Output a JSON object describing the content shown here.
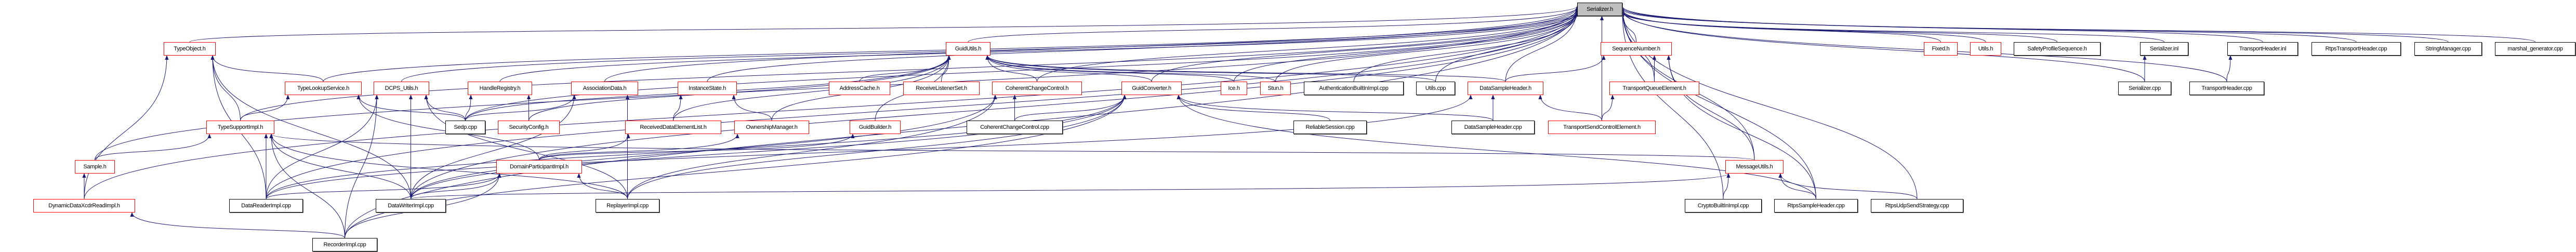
{
  "graph": {
    "title": "Serializer.h",
    "colors": {
      "edge": "#191970",
      "truncated_border": "#ff0000",
      "normal_border": "#000000",
      "root_fill": "#bfbfbf"
    },
    "nodes": [
      {
        "id": "serializer_h",
        "label": "Serializer.h",
        "kind": "root"
      },
      {
        "id": "typeobject_h",
        "label": "TypeObject.h",
        "kind": "truncated"
      },
      {
        "id": "guidutils_h",
        "label": "GuidUtils.h",
        "kind": "truncated"
      },
      {
        "id": "sequencenumber_h",
        "label": "SequenceNumber.h",
        "kind": "truncated"
      },
      {
        "id": "fixed_h",
        "label": "Fixed.h",
        "kind": "truncated"
      },
      {
        "id": "utils_h",
        "label": "Utils.h",
        "kind": "truncated"
      },
      {
        "id": "safetyprofilesequence_h",
        "label": "SafetyProfileSequence.h",
        "kind": "file"
      },
      {
        "id": "serializer_inl",
        "label": "Serializer.inl",
        "kind": "file"
      },
      {
        "id": "transportheader_inl",
        "label": "TransportHeader.inl",
        "kind": "file"
      },
      {
        "id": "rtpstransportheader_cpp",
        "label": "RtpsTransportHeader.cpp",
        "kind": "file"
      },
      {
        "id": "stringmanager_cpp",
        "label": "StringManager.cpp",
        "kind": "file"
      },
      {
        "id": "marshal_generator_cpp",
        "label": "marshal_generator.cpp",
        "kind": "file"
      },
      {
        "id": "typelookupservice_h",
        "label": "TypeLookupService.h",
        "kind": "truncated"
      },
      {
        "id": "dcps_utils_h",
        "label": "DCPS_Utils.h",
        "kind": "truncated"
      },
      {
        "id": "handleregistry_h",
        "label": "HandleRegistry.h",
        "kind": "truncated"
      },
      {
        "id": "associationdata_h",
        "label": "AssociationData.h",
        "kind": "truncated"
      },
      {
        "id": "instancestate_h",
        "label": "InstanceState.h",
        "kind": "truncated"
      },
      {
        "id": "addresscache_h",
        "label": "AddressCache.h",
        "kind": "truncated"
      },
      {
        "id": "receivelistenerset_h",
        "label": "ReceiveListenerSet.h",
        "kind": "truncated"
      },
      {
        "id": "coherentchangecontrol_h",
        "label": "CoherentChangeControl.h",
        "kind": "truncated"
      },
      {
        "id": "guidconverter_h",
        "label": "GuidConverter.h",
        "kind": "truncated"
      },
      {
        "id": "ice_h",
        "label": "Ice.h",
        "kind": "truncated"
      },
      {
        "id": "stun_h",
        "label": "Stun.h",
        "kind": "truncated"
      },
      {
        "id": "authenticationbuiltinimpl_cpp",
        "label": "AuthenticationBuiltInImpl.cpp",
        "kind": "file"
      },
      {
        "id": "utils_cpp",
        "label": "Utils.cpp",
        "kind": "file"
      },
      {
        "id": "datasampleheader_h",
        "label": "DataSampleHeader.h",
        "kind": "truncated"
      },
      {
        "id": "transportqueueelement_h",
        "label": "TransportQueueElement.h",
        "kind": "truncated"
      },
      {
        "id": "serializer_cpp",
        "label": "Serializer.cpp",
        "kind": "file"
      },
      {
        "id": "transportheader_cpp",
        "label": "TransportHeader.cpp",
        "kind": "file"
      },
      {
        "id": "typesupportimpl_h",
        "label": "TypeSupportImpl.h",
        "kind": "truncated"
      },
      {
        "id": "sedp_cpp",
        "label": "Sedp.cpp",
        "kind": "file"
      },
      {
        "id": "securityconfig_h",
        "label": "SecurityConfig.h",
        "kind": "truncated"
      },
      {
        "id": "receiveddataelementlist_h",
        "label": "ReceivedDataElementList.h",
        "kind": "truncated"
      },
      {
        "id": "ownershipmanager_h",
        "label": "OwnershipManager.h",
        "kind": "truncated"
      },
      {
        "id": "guidbuilder_h",
        "label": "GuidBuilder.h",
        "kind": "truncated"
      },
      {
        "id": "coherentchangecontrol_cpp",
        "label": "CoherentChangeControl.cpp",
        "kind": "file"
      },
      {
        "id": "reliablesession_cpp",
        "label": "ReliableSession.cpp",
        "kind": "file"
      },
      {
        "id": "datasampleheader_cpp",
        "label": "DataSampleHeader.cpp",
        "kind": "file"
      },
      {
        "id": "transportsendcontrolelement_h",
        "label": "TransportSendControlElement.h",
        "kind": "truncated"
      },
      {
        "id": "sample_h",
        "label": "Sample.h",
        "kind": "truncated"
      },
      {
        "id": "domainparticipantimpl_h",
        "label": "DomainParticipantImpl.h",
        "kind": "truncated"
      },
      {
        "id": "messageutils_h",
        "label": "MessageUtils.h",
        "kind": "truncated"
      },
      {
        "id": "dynamicdataxcdrreadimpl_h",
        "label": "DynamicDataXcdrReadImpl.h",
        "kind": "truncated"
      },
      {
        "id": "datareaderimpl_cpp",
        "label": "DataReaderImpl.cpp",
        "kind": "file"
      },
      {
        "id": "datawriterimpl_cpp",
        "label": "DataWriterImpl.cpp",
        "kind": "file"
      },
      {
        "id": "replayerimpl_cpp",
        "label": "ReplayerImpl.cpp",
        "kind": "file"
      },
      {
        "id": "cryptobuiltinimpl_cpp",
        "label": "CryptoBuiltInImpl.cpp",
        "kind": "file"
      },
      {
        "id": "rtpssampleheader_cpp",
        "label": "RtpsSampleHeader.cpp",
        "kind": "file"
      },
      {
        "id": "rtpsudpsendstrategy_cpp",
        "label": "RtpsUdpSendStrategy.cpp",
        "kind": "file"
      },
      {
        "id": "recorderimpl_cpp",
        "label": "RecorderImpl.cpp",
        "kind": "file"
      }
    ],
    "edges": [
      [
        "typeobject_h",
        "serializer_h"
      ],
      [
        "guidutils_h",
        "serializer_h"
      ],
      [
        "sequencenumber_h",
        "serializer_h"
      ],
      [
        "fixed_h",
        "serializer_h"
      ],
      [
        "utils_h",
        "serializer_h"
      ],
      [
        "safetyprofilesequence_h",
        "serializer_h"
      ],
      [
        "serializer_inl",
        "serializer_h"
      ],
      [
        "transportheader_inl",
        "serializer_h"
      ],
      [
        "rtpstransportheader_cpp",
        "serializer_h"
      ],
      [
        "stringmanager_cpp",
        "serializer_h"
      ],
      [
        "marshal_generator_cpp",
        "serializer_h"
      ],
      [
        "typelookupservice_h",
        "serializer_h"
      ],
      [
        "dcps_utils_h",
        "serializer_h"
      ],
      [
        "handleregistry_h",
        "serializer_h"
      ],
      [
        "associationdata_h",
        "serializer_h"
      ],
      [
        "instancestate_h",
        "serializer_h"
      ],
      [
        "coherentchangecontrol_h",
        "serializer_h"
      ],
      [
        "guidconverter_h",
        "serializer_h"
      ],
      [
        "ice_h",
        "serializer_h"
      ],
      [
        "stun_h",
        "serializer_h"
      ],
      [
        "authenticationbuiltinimpl_cpp",
        "serializer_h"
      ],
      [
        "utils_cpp",
        "serializer_h"
      ],
      [
        "datasampleheader_h",
        "serializer_h"
      ],
      [
        "transportqueueelement_h",
        "serializer_h"
      ],
      [
        "serializer_cpp",
        "serializer_h"
      ],
      [
        "transportheader_cpp",
        "serializer_h"
      ],
      [
        "typesupportimpl_h",
        "serializer_h"
      ],
      [
        "sedp_cpp",
        "serializer_h"
      ],
      [
        "transportsendcontrolelement_h",
        "serializer_h"
      ],
      [
        "sample_h",
        "serializer_h"
      ],
      [
        "messageutils_h",
        "serializer_h"
      ],
      [
        "dynamicdataxcdrreadimpl_h",
        "serializer_h"
      ],
      [
        "datareaderimpl_cpp",
        "serializer_h"
      ],
      [
        "datawriterimpl_cpp",
        "serializer_h"
      ],
      [
        "cryptobuiltinimpl_cpp",
        "serializer_h"
      ],
      [
        "rtpssampleheader_cpp",
        "serializer_h"
      ],
      [
        "rtpsudpsendstrategy_cpp",
        "serializer_h"
      ],
      [
        "recorderimpl_cpp",
        "serializer_h"
      ],
      [
        "typelookupservice_h",
        "typeobject_h"
      ],
      [
        "typesupportimpl_h",
        "typeobject_h"
      ],
      [
        "dynamicdataxcdrreadimpl_h",
        "typeobject_h"
      ],
      [
        "datareaderimpl_cpp",
        "typeobject_h"
      ],
      [
        "datawriterimpl_cpp",
        "typeobject_h"
      ],
      [
        "typesupportimpl_h",
        "typelookupservice_h"
      ],
      [
        "sedp_cpp",
        "typelookupservice_h"
      ],
      [
        "domainparticipantimpl_h",
        "typelookupservice_h"
      ],
      [
        "sedp_cpp",
        "dcps_utils_h"
      ],
      [
        "datareaderimpl_cpp",
        "dcps_utils_h"
      ],
      [
        "datawriterimpl_cpp",
        "dcps_utils_h"
      ],
      [
        "recorderimpl_cpp",
        "dcps_utils_h"
      ],
      [
        "replayerimpl_cpp",
        "dcps_utils_h"
      ],
      [
        "sedp_cpp",
        "handleregistry_h"
      ],
      [
        "securityconfig_h",
        "handleregistry_h"
      ],
      [
        "sedp_cpp",
        "associationdata_h"
      ],
      [
        "replayerimpl_cpp",
        "associationdata_h"
      ],
      [
        "datawriterimpl_cpp",
        "associationdata_h"
      ],
      [
        "receiveddataelementlist_h",
        "instancestate_h"
      ],
      [
        "ownershipmanager_h",
        "instancestate_h"
      ],
      [
        "addresscache_h",
        "guidutils_h"
      ],
      [
        "receivelistenerset_h",
        "guidutils_h"
      ],
      [
        "coherentchangecontrol_h",
        "guidutils_h"
      ],
      [
        "guidbuilder_h",
        "guidutils_h"
      ],
      [
        "ownershipmanager_h",
        "guidutils_h"
      ],
      [
        "receiveddataelementlist_h",
        "guidutils_h"
      ],
      [
        "guidconverter_h",
        "guidutils_h"
      ],
      [
        "ice_h",
        "guidutils_h"
      ],
      [
        "stun_h",
        "guidutils_h"
      ],
      [
        "utils_cpp",
        "guidutils_h"
      ],
      [
        "datasampleheader_h",
        "guidutils_h"
      ],
      [
        "sedp_cpp",
        "guidutils_h"
      ],
      [
        "securityconfig_h",
        "guidutils_h"
      ],
      [
        "coherentchangecontrol_cpp",
        "coherentchangecontrol_h"
      ],
      [
        "datawriterimpl_cpp",
        "coherentchangecontrol_h"
      ],
      [
        "replayerimpl_cpp",
        "coherentchangecontrol_h"
      ],
      [
        "coherentchangecontrol_cpp",
        "guidconverter_h"
      ],
      [
        "reliablesession_cpp",
        "guidconverter_h"
      ],
      [
        "datasampleheader_cpp",
        "guidconverter_h"
      ],
      [
        "datareaderimpl_cpp",
        "guidconverter_h"
      ],
      [
        "datawriterimpl_cpp",
        "guidconverter_h"
      ],
      [
        "recorderimpl_cpp",
        "guidconverter_h"
      ],
      [
        "replayerimpl_cpp",
        "guidconverter_h"
      ],
      [
        "rtpssampleheader_cpp",
        "guidconverter_h"
      ],
      [
        "datasampleheader_cpp",
        "datasampleheader_h"
      ],
      [
        "transportsendcontrolelement_h",
        "datasampleheader_h"
      ],
      [
        "datareaderimpl_cpp",
        "datasampleheader_h"
      ],
      [
        "transportqueueelement_h",
        "sequencenumber_h"
      ],
      [
        "messageutils_h",
        "sequencenumber_h"
      ],
      [
        "rtpssampleheader_cpp",
        "sequencenumber_h"
      ],
      [
        "datasampleheader_h",
        "sequencenumber_h"
      ],
      [
        "transportsendcontrolelement_h",
        "transportqueueelement_h"
      ],
      [
        "serializer_cpp",
        "serializer_inl"
      ],
      [
        "transportheader_cpp",
        "transportheader_inl"
      ],
      [
        "sample_h",
        "typesupportimpl_h"
      ],
      [
        "datareaderimpl_cpp",
        "typesupportimpl_h"
      ],
      [
        "datawriterimpl_cpp",
        "typesupportimpl_h"
      ],
      [
        "recorderimpl_cpp",
        "typesupportimpl_h"
      ],
      [
        "replayerimpl_cpp",
        "typesupportimpl_h"
      ],
      [
        "messageutils_h",
        "typesupportimpl_h"
      ],
      [
        "dynamicdataxcdrreadimpl_h",
        "sample_h"
      ],
      [
        "datareaderimpl_cpp",
        "domainparticipantimpl_h"
      ],
      [
        "datawriterimpl_cpp",
        "domainparticipantimpl_h"
      ],
      [
        "replayerimpl_cpp",
        "domainparticipantimpl_h"
      ],
      [
        "recorderimpl_cpp",
        "domainparticipantimpl_h"
      ],
      [
        "domainparticipantimpl_h",
        "receiveddataelementlist_h"
      ],
      [
        "domainparticipantimpl_h",
        "ownershipmanager_h"
      ],
      [
        "domainparticipantimpl_h",
        "guidbuilder_h"
      ],
      [
        "cryptobuiltinimpl_cpp",
        "messageutils_h"
      ],
      [
        "rtpssampleheader_cpp",
        "messageutils_h"
      ],
      [
        "rtpsudpsendstrategy_cpp",
        "messageutils_h"
      ],
      [
        "datawriterimpl_cpp",
        "messageutils_h"
      ],
      [
        "recorderimpl_cpp",
        "dynamicdataxcdrreadimpl_h"
      ]
    ]
  }
}
